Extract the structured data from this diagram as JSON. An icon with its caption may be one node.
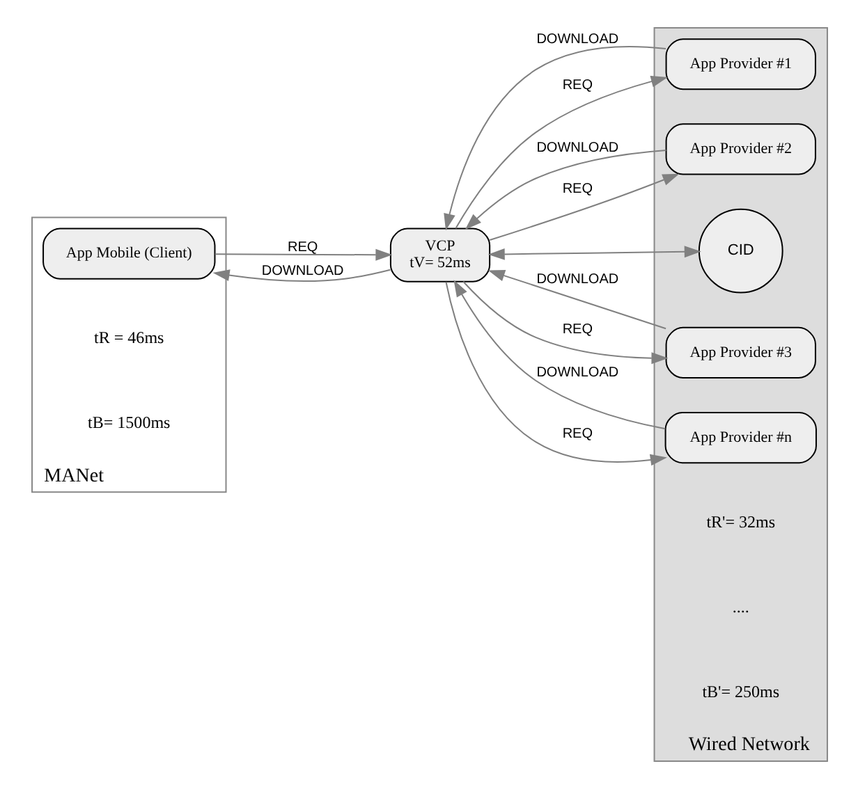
{
  "diagram": {
    "nodes": [
      {
        "text": [
          "MANet"
        ]
      },
      {
        "text": [
          "Wired Network"
        ]
      },
      {
        "text": [
          "App Mobile (Client)"
        ],
        "in": 0
      },
      {
        "text": [
          "VCP",
          "tV= 52ms"
        ]
      },
      {
        "text": [
          "CID"
        ],
        "in": 1
      },
      {
        "text": [
          "App Provider #1"
        ],
        "in": 1
      },
      {
        "text": [
          "App Provider #2"
        ],
        "in": 1
      },
      {
        "text": [
          "App Provider #3"
        ],
        "in": 1
      },
      {
        "text": [
          "App Provider #n"
        ],
        "in": 1
      }
    ],
    "edges": [
      {
        "from": 2,
        "to": 3,
        "arrow": "to",
        "label": "REQ"
      },
      {
        "from": 3,
        "to": 2,
        "arrow": "to",
        "label": "DOWNLOAD"
      },
      {
        "from": 3,
        "to": 4,
        "arrow": "both"
      },
      {
        "from": 3,
        "to": 5,
        "arrow": "to",
        "label": "REQ"
      },
      {
        "from": 5,
        "to": 3,
        "arrow": "to",
        "label": "DOWNLOAD"
      },
      {
        "from": 3,
        "to": 6,
        "arrow": "to",
        "label": "REQ"
      },
      {
        "from": 6,
        "to": 3,
        "arrow": "to",
        "label": "DOWNLOAD"
      },
      {
        "from": 7,
        "to": 3,
        "arrow": "to",
        "label": "DOWNLOAD"
      },
      {
        "from": 3,
        "to": 7,
        "arrow": "to",
        "label": "REQ"
      },
      {
        "from": 8,
        "to": 3,
        "arrow": "to",
        "label": "DOWNLOAD"
      },
      {
        "from": 3,
        "to": 8,
        "arrow": "to",
        "label": "REQ"
      }
    ],
    "labels": [
      "tR'= 32ms",
      "tR = 46ms",
      "tB= 1500ms",
      "....",
      "tB'= 250ms"
    ]
  }
}
